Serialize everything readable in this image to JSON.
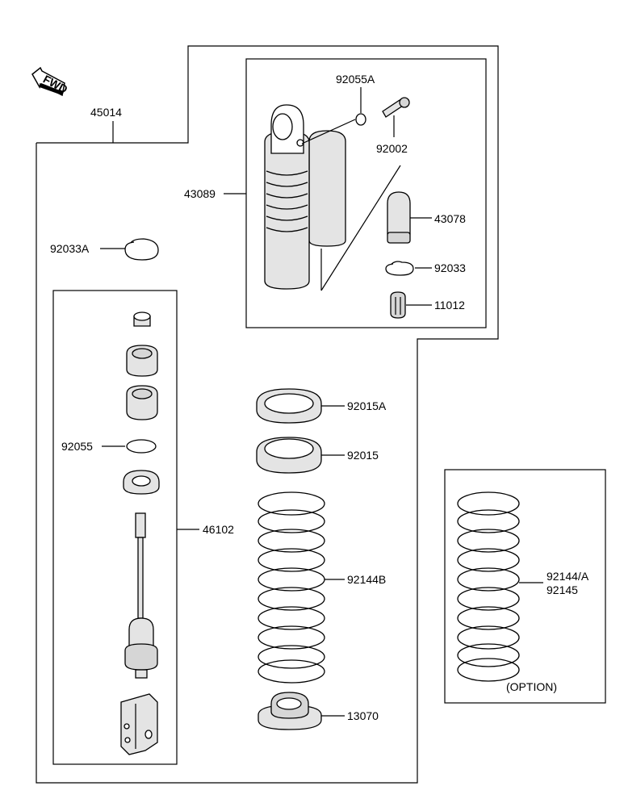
{
  "fwd_label": "FWD",
  "parts": {
    "p45014": "45014",
    "p92055A": "92055A",
    "p92002": "92002",
    "p43089": "43089",
    "p43078": "43078",
    "p92033A": "92033A",
    "p92033": "92033",
    "p11012": "11012",
    "p92015A": "92015A",
    "p92015": "92015",
    "p92055": "92055",
    "p46102": "46102",
    "p92144B": "92144B",
    "p13070": "13070",
    "p92144A": "92144/A",
    "p92145": "92145"
  },
  "option_label": "(OPTION)"
}
